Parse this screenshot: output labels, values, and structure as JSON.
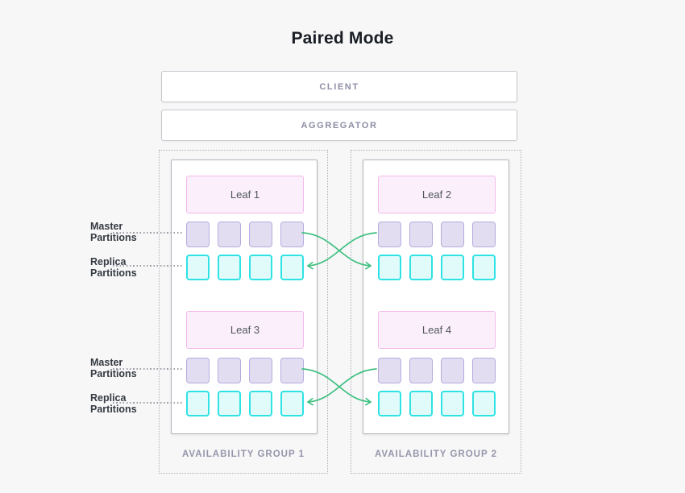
{
  "title": "Paired Mode",
  "client": {
    "label": "CLIENT"
  },
  "aggregator": {
    "label": "AGGREGATOR"
  },
  "partition_labels": {
    "master": "Master Partitions",
    "replica": "Replica Partitions"
  },
  "groups": [
    {
      "label": "AVAILABILITY GROUP 1",
      "leaves": [
        {
          "label": "Leaf 1"
        },
        {
          "label": "Leaf 3"
        }
      ]
    },
    {
      "label": "AVAILABILITY GROUP 2",
      "leaves": [
        {
          "label": "Leaf 2"
        },
        {
          "label": "Leaf 4"
        }
      ]
    }
  ],
  "partitions_per_leaf": {
    "master": 4,
    "replica": 4
  },
  "replication": {
    "description": "master-to-replica cross-group arrows",
    "pairs": [
      {
        "from": "Leaf 1 master",
        "to": "Leaf 2 replica"
      },
      {
        "from": "Leaf 2 master",
        "to": "Leaf 1 replica"
      },
      {
        "from": "Leaf 3 master",
        "to": "Leaf 4 replica"
      },
      {
        "from": "Leaf 4 master",
        "to": "Leaf 3 replica"
      }
    ]
  },
  "colors": {
    "background": "#f7f7f8",
    "leaf_fill": "#fbeffb",
    "leaf_border": "#f3b9ea",
    "master_fill": "#e2ddf0",
    "master_border": "#b7abdf",
    "replica_fill": "#e1fbfb",
    "replica_border": "#2fe2e4",
    "arrow_green": "#3fc080",
    "muted_text": "#8e8ea6",
    "group_label_text": "#9595ab",
    "dark_text": "#191d24"
  }
}
